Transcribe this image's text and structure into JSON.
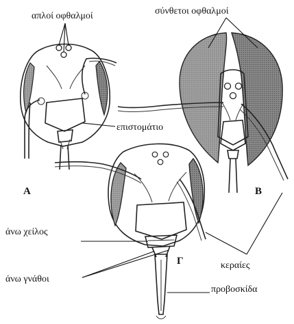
{
  "labels": {
    "simple_eyes": "απλοί οφθαλμοί",
    "compound_eyes": "σύνθετοι οφθαλμοί",
    "epistome": "επιστομάτιο",
    "upper_lip": "άνω χείλος",
    "upper_jaws": "άνω γνάθοι",
    "antennae": "κεραίες",
    "proboscis": "προβοσκίδα"
  },
  "panels": {
    "a": "Α",
    "b": "Β",
    "c": "Γ"
  },
  "colors": {
    "ink": "#111111",
    "eye_shade": "#9a9a9a",
    "eye_shade_dark": "#6e6e6e",
    "background": "#ffffff"
  }
}
